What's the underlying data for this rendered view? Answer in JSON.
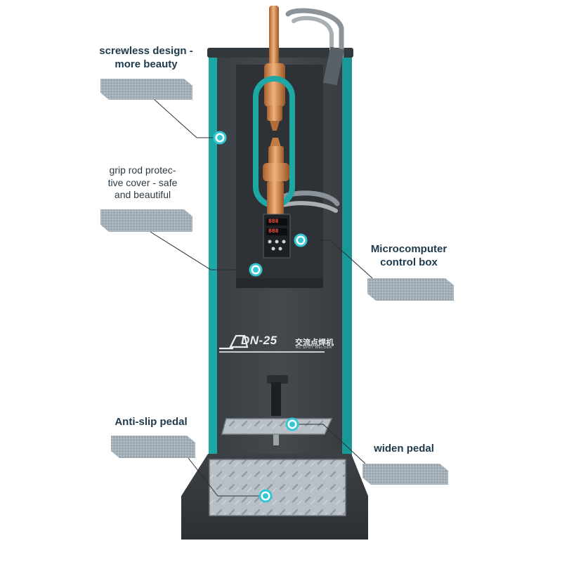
{
  "labels": {
    "screwless": "screwless design -\nmore beauty",
    "grip_rod": "grip rod protec-\ntive cover - safe\nand beautiful",
    "microcomputer": "Microcomputer\ncontrol box",
    "anti_slip": "Anti-slip pedal",
    "widen_pedal": "widen pedal"
  },
  "brand": {
    "model": "DN-25",
    "chinese": "交流点焊机",
    "subtitle": "AC SPOT WELDER"
  },
  "display": {
    "upper": "888",
    "lower": "888"
  },
  "colors": {
    "body": "#3d4247",
    "accent_teal": "#1fa7a6",
    "copper": "#d38a4a",
    "callout_dot": "#35c6d4",
    "text": "#1f3a4c"
  }
}
